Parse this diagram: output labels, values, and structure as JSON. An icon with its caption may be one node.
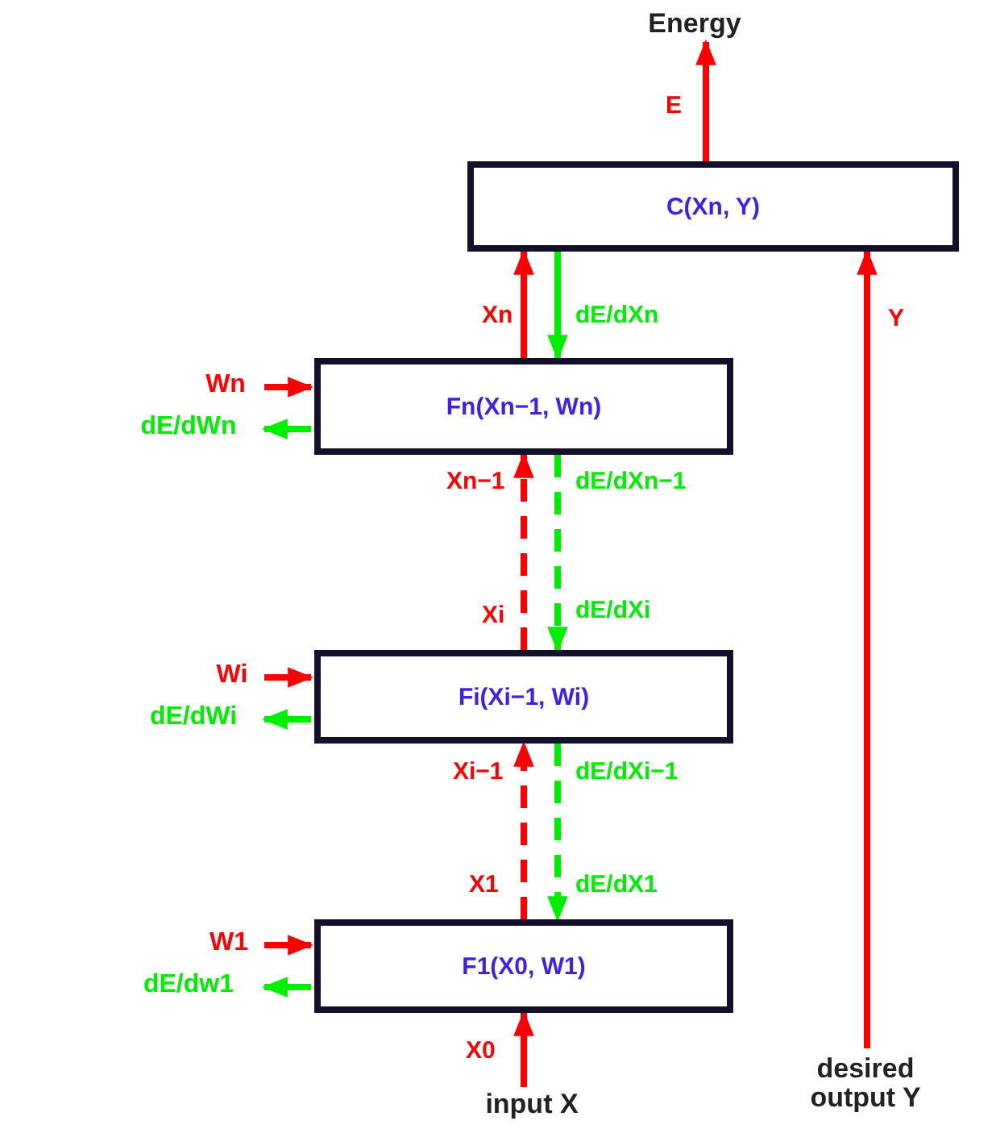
{
  "diagram": {
    "nodes": [
      {
        "text": [
          "Energy"
        ]
      },
      {
        "text": [
          "C(Xn, Y)"
        ]
      },
      {
        "text": [
          "Wn"
        ]
      },
      {
        "text": [
          "dE/dWn"
        ]
      },
      {
        "text": [
          "Fn(Xn−1, Wn)"
        ]
      },
      {
        "text": [
          "Wi"
        ]
      },
      {
        "text": [
          "dE/dWi"
        ]
      },
      {
        "text": [
          "Fi(Xi−1, Wi)"
        ]
      },
      {
        "text": [
          "W1"
        ]
      },
      {
        "text": [
          "dE/dw1"
        ]
      },
      {
        "text": [
          "F1(X0, W1)"
        ]
      },
      {
        "text": [
          "input X"
        ]
      },
      {
        "text": [
          "desired output Y"
        ]
      }
    ],
    "edges": [
      {
        "from": 1,
        "to": 0,
        "arrow": "to",
        "label": "E"
      },
      {
        "from": 4,
        "to": 1,
        "arrow": "to",
        "label": "Xn"
      },
      {
        "from": 1,
        "to": 4,
        "arrow": "to",
        "label": "dE/dXn",
        "color": "#00ee00"
      },
      {
        "from": 2,
        "to": 4,
        "arrow": "to"
      },
      {
        "from": 4,
        "to": 3,
        "arrow": "to",
        "color": "#00ee00"
      },
      {
        "from": 7,
        "to": 4,
        "arrow": "to",
        "style": "dashed",
        "label": "Xn−1"
      },
      {
        "from": 4,
        "to": 7,
        "arrow": "to",
        "style": "dashed",
        "label": "dE/dXn−1",
        "color": "#00ee00"
      },
      {
        "from": 5,
        "to": 7,
        "arrow": "to"
      },
      {
        "from": 7,
        "to": 6,
        "arrow": "to",
        "color": "#00ee00"
      },
      {
        "from": 10,
        "to": 7,
        "arrow": "to",
        "style": "dashed",
        "label": "Xi−1"
      },
      {
        "from": 7,
        "to": 10,
        "arrow": "to",
        "style": "dashed",
        "label": "dE/dXi−1",
        "color": "#00ee00"
      },
      {
        "from": 8,
        "to": 10,
        "arrow": "to"
      },
      {
        "from": 10,
        "to": 9,
        "arrow": "to",
        "color": "#00ee00"
      },
      {
        "from": 11,
        "to": 10,
        "arrow": "to",
        "label": "X0"
      },
      {
        "from": 12,
        "to": 1,
        "arrow": "to",
        "label": "Y"
      }
    ],
    "labels": [
      "Xi",
      "dE/dXi",
      "X1",
      "dE/dX1"
    ]
  }
}
